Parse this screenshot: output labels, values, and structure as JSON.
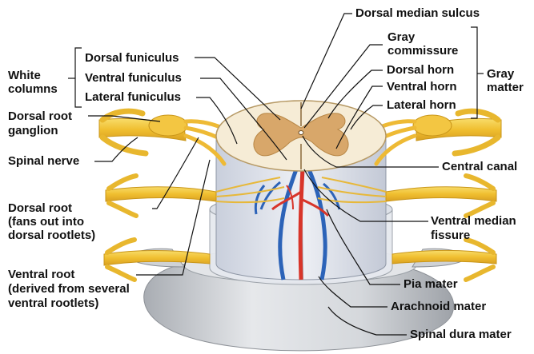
{
  "labels": {
    "dorsal_median_sulcus": "Dorsal median sulcus",
    "gray_commissure_1": "Gray",
    "gray_commissure_2": "commissure",
    "dorsal_horn": "Dorsal horn",
    "ventral_horn": "Ventral horn",
    "lateral_horn": "Lateral horn",
    "gray_matter_1": "Gray",
    "gray_matter_2": "matter",
    "white_columns_1": "White",
    "white_columns_2": "columns",
    "dorsal_funiculus": "Dorsal funiculus",
    "ventral_funiculus": "Ventral funiculus",
    "lateral_funiculus": "Lateral funiculus",
    "dorsal_root_ganglion_1": "Dorsal root",
    "dorsal_root_ganglion_2": "ganglion",
    "spinal_nerve": "Spinal nerve",
    "dorsal_root_1": "Dorsal root",
    "dorsal_root_2": "(fans out into",
    "dorsal_root_3": "dorsal rootlets)",
    "ventral_root_1": "Ventral root",
    "ventral_root_2": "(derived from several",
    "ventral_root_3": "ventral rootlets)",
    "central_canal": "Central canal",
    "ventral_median_fissure_1": "Ventral median",
    "ventral_median_fissure_2": "fissure",
    "pia_mater": "Pia mater",
    "arachnoid_mater": "Arachnoid mater",
    "spinal_dura_mater": "Spinal dura mater"
  },
  "colors": {
    "nerve": "#f2c53a",
    "nerve_dark": "#c9961a",
    "gray_matter": "#d8a76a",
    "white_matter": "#f6ecd6",
    "artery": "#d8352a",
    "vein": "#2c63b8",
    "meninges": "#c8ccd2",
    "dura": "#bfc3c8",
    "leader": "#111111"
  }
}
